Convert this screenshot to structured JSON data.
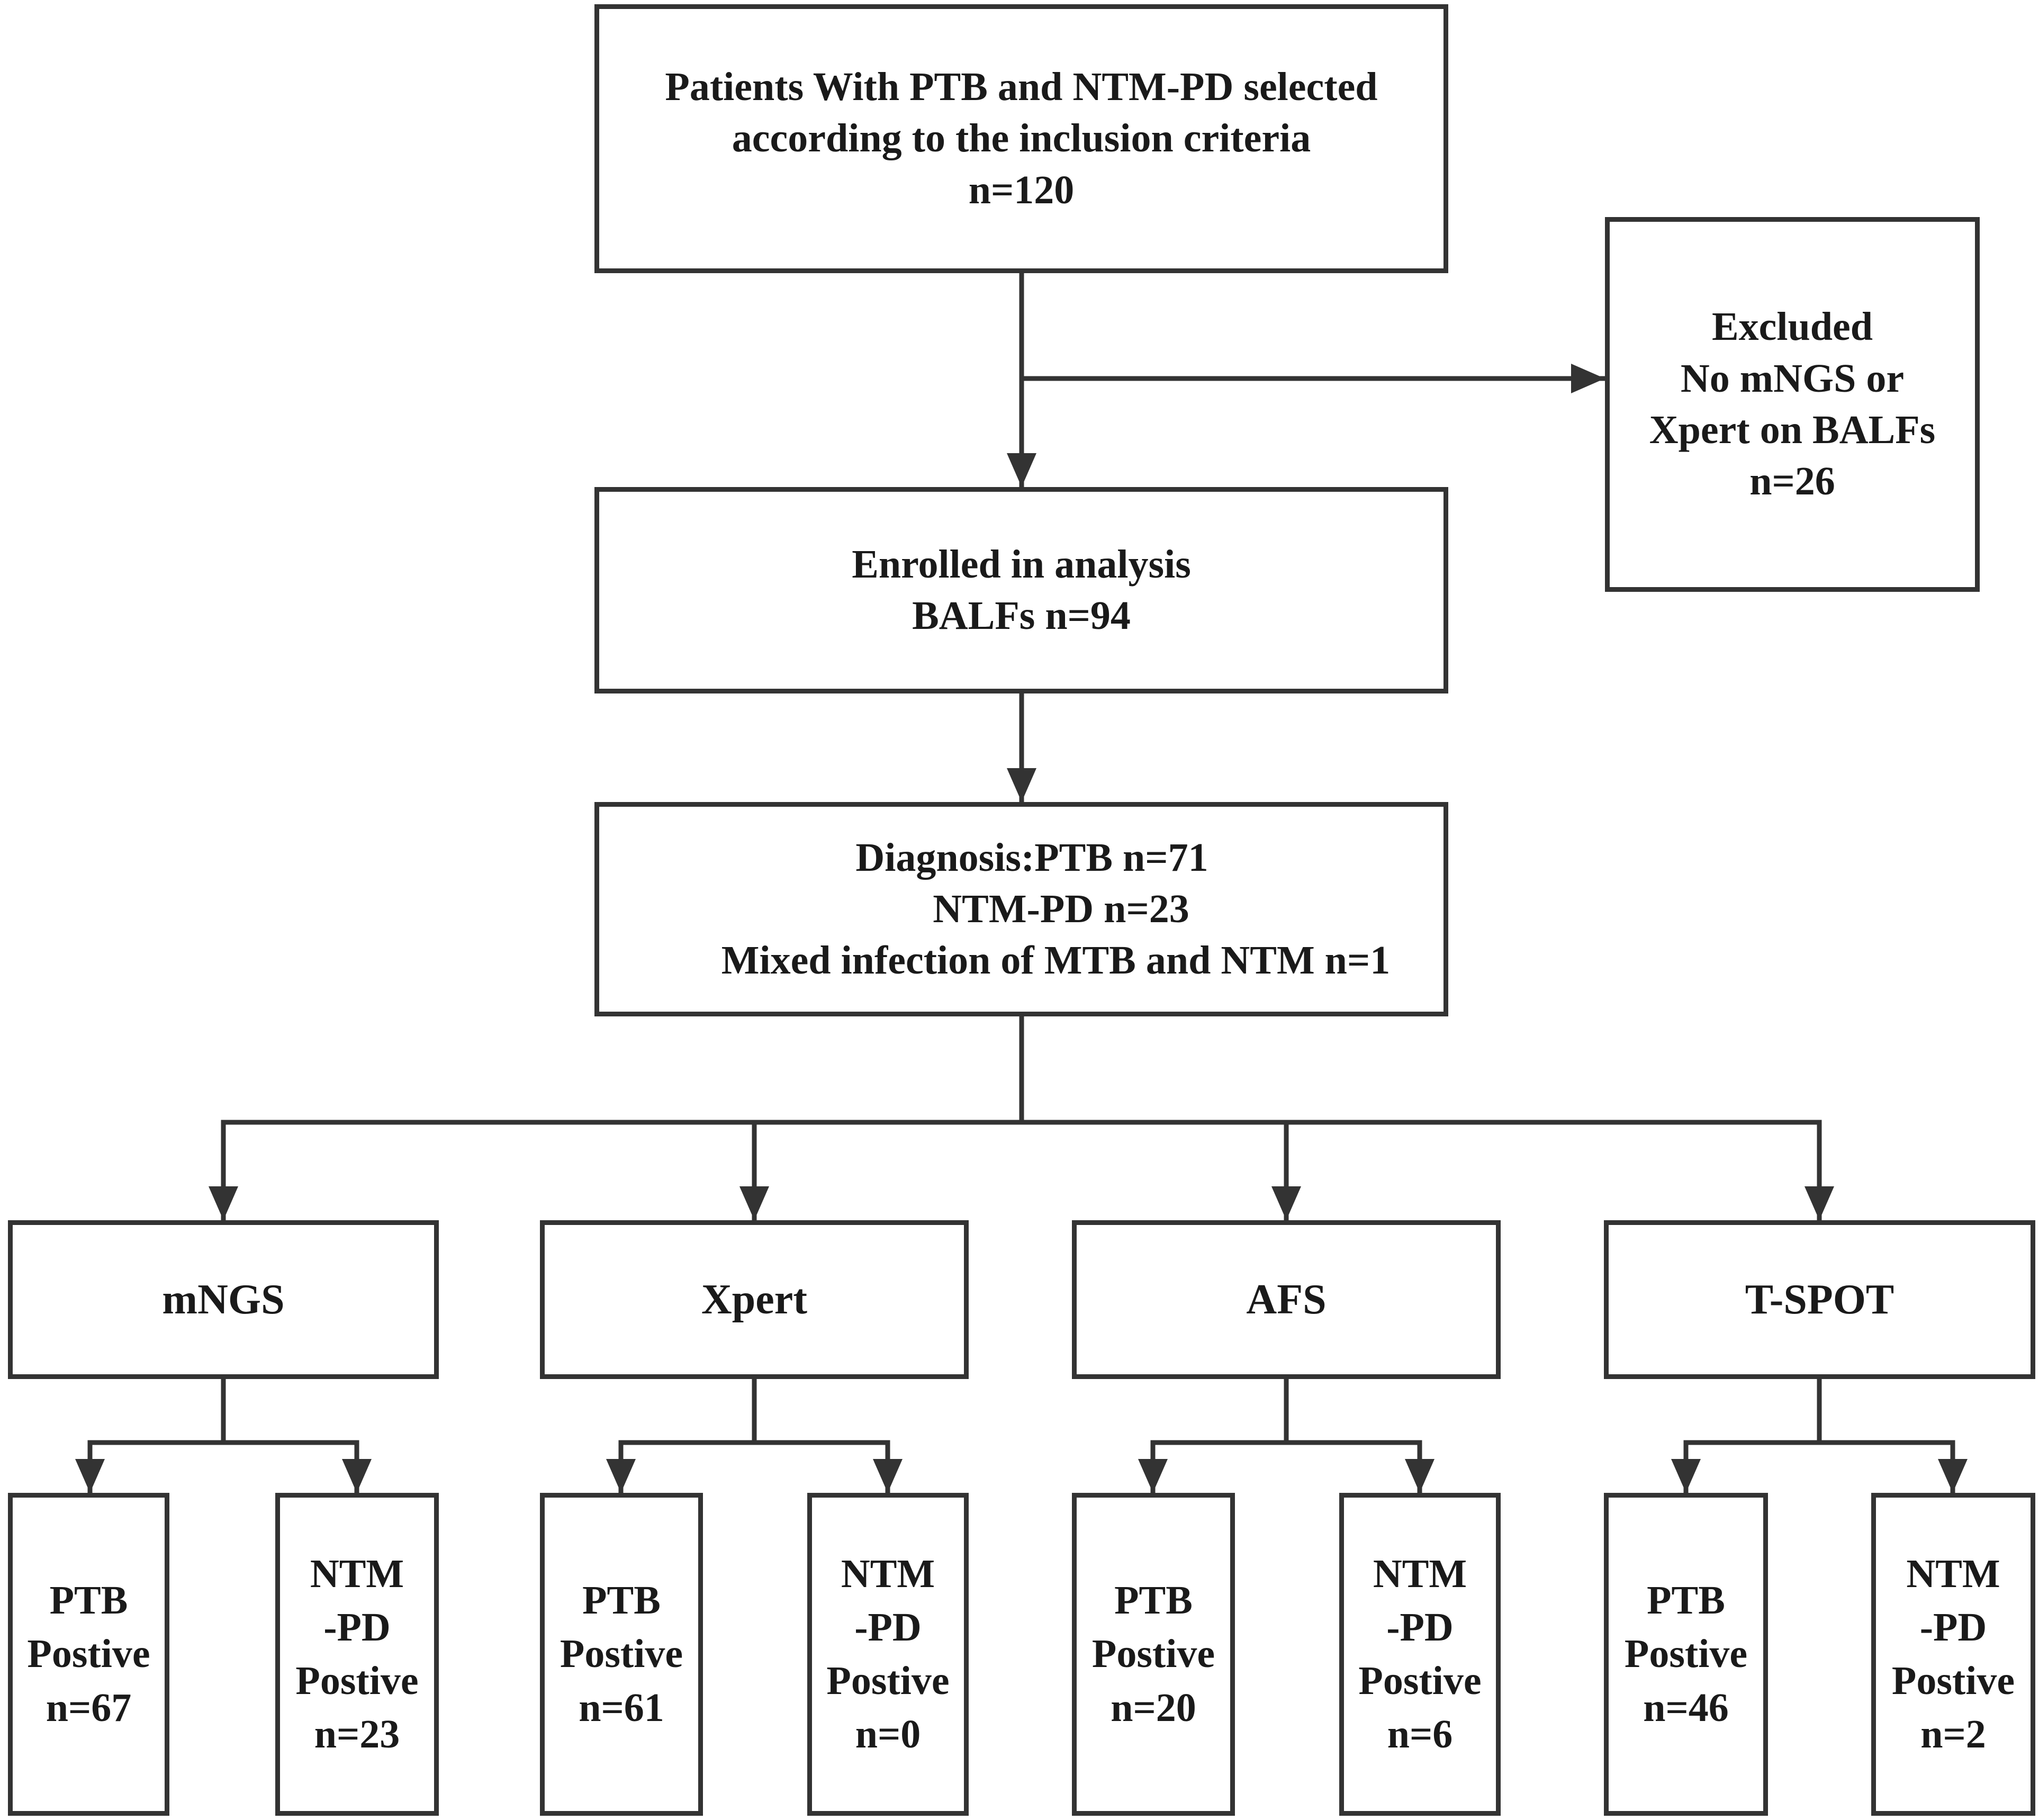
{
  "boxes": {
    "patients": {
      "lines": [
        "Patients With PTB and NTM-PD selected",
        "according to the inclusion criteria",
        "n=120"
      ]
    },
    "excluded": {
      "lines": [
        "Excluded",
        "No mNGS or",
        "Xpert on BALFs",
        "n=26"
      ]
    },
    "enrolled": {
      "lines": [
        "Enrolled in analysis",
        "BALFs n=94"
      ]
    },
    "diagnosis": {
      "lines": [
        "Diagnosis:PTB n=71",
        "NTM-PD n=23",
        "Mixed infection of MTB and NTM n=1"
      ]
    }
  },
  "methods": [
    {
      "label": "mNGS",
      "ptb": [
        "PTB",
        "Postive",
        "n=67"
      ],
      "ntm": [
        "NTM",
        "-PD",
        "Postive",
        "n=23"
      ]
    },
    {
      "label": "Xpert",
      "ptb": [
        "PTB",
        "Postive",
        "n=61"
      ],
      "ntm": [
        "NTM",
        "-PD",
        "Postive",
        "n=0"
      ]
    },
    {
      "label": "AFS",
      "ptb": [
        "PTB",
        "Postive",
        "n=20"
      ],
      "ntm": [
        "NTM",
        "-PD",
        "Postive",
        "n=6"
      ]
    },
    {
      "label": "T-SPOT",
      "ptb": [
        "PTB",
        "Postive",
        "n=46"
      ],
      "ntm": [
        "NTM",
        "-PD",
        "Postive",
        "n=2"
      ]
    }
  ],
  "colors": {
    "line": "#333333",
    "text": "#1a1a1a",
    "background": "#ffffff"
  }
}
